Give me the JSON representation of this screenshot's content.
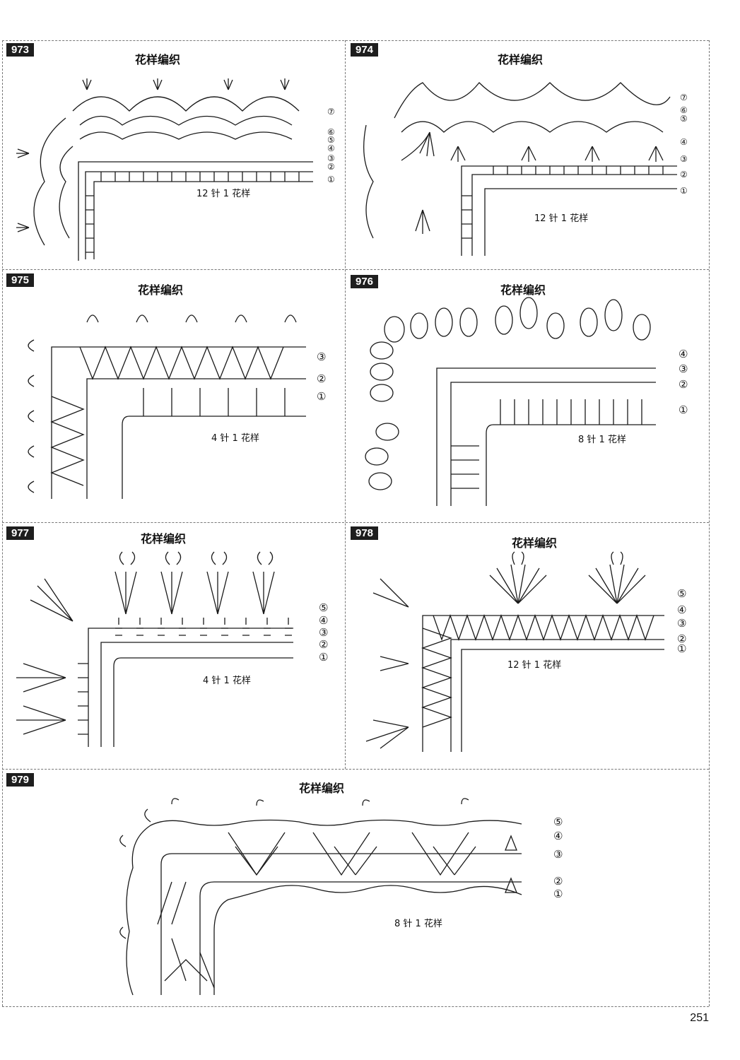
{
  "page": {
    "number": "251"
  },
  "panels": [
    {
      "id": "973",
      "title": "花样编织",
      "repeat": "12 针 1 花样",
      "rows": [
        "⑦",
        "⑥",
        "⑤",
        "④",
        "③",
        "②",
        "①"
      ]
    },
    {
      "id": "974",
      "title": "花样编织",
      "repeat": "12 针 1 花样",
      "rows": [
        "⑦",
        "⑥",
        "⑤",
        "④",
        "③",
        "②",
        "①"
      ]
    },
    {
      "id": "975",
      "title": "花样编织",
      "repeat": "4 针 1 花样",
      "rows": [
        "③",
        "②",
        "①"
      ]
    },
    {
      "id": "976",
      "title": "花样编织",
      "repeat": "8 针 1 花样",
      "rows": [
        "④",
        "③",
        "②",
        "①"
      ]
    },
    {
      "id": "977",
      "title": "花样编织",
      "repeat": "4 针 1 花样",
      "rows": [
        "⑤",
        "④",
        "③",
        "②",
        "①"
      ]
    },
    {
      "id": "978",
      "title": "花样编织",
      "repeat": "12 针 1 花样",
      "rows": [
        "⑤",
        "④",
        "③",
        "②",
        "①"
      ]
    },
    {
      "id": "979",
      "title": "花样编织",
      "repeat": "8 针 1 花样",
      "rows": [
        "⑤",
        "④",
        "③",
        "②",
        "①"
      ]
    }
  ],
  "colors": {
    "ink": "#1a1a1a",
    "badge": "#1e1e1e",
    "frame": "#777777"
  }
}
